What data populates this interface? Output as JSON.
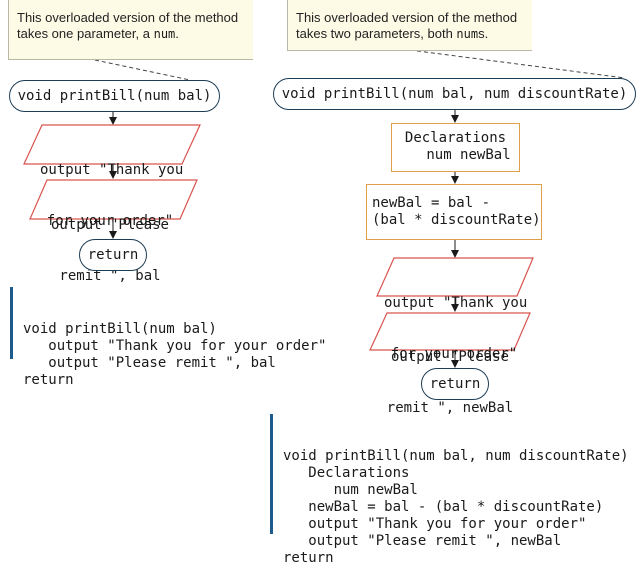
{
  "left": {
    "note": {
      "line1": "This overloaded version of the method",
      "line2_prefix": "takes one parameter, a ",
      "line2_code": "num",
      "line2_suffix": "."
    },
    "header": "void printBill(num bal)",
    "output1": {
      "line1": "output \"Thank you",
      "line2": "for your order\""
    },
    "output2": {
      "line1": "output \"Please",
      "line2": "remit \", bal"
    },
    "return_label": "return",
    "code": [
      "void printBill(num bal)",
      "   output \"Thank you for your order\"",
      "   output \"Please remit \", bal",
      "return"
    ]
  },
  "right": {
    "note": {
      "line1": "This overloaded version of the method",
      "line2_prefix": "takes two parameters, both ",
      "line2_code": "num",
      "line2_suffix": "s."
    },
    "header": "void printBill(num bal, num discountRate)",
    "declarations": {
      "line1": "Declarations",
      "line2": "num newBal"
    },
    "assign": {
      "line1": "newBal = bal -",
      "line2": "(bal * discountRate)"
    },
    "output1": {
      "line1": "output \"Thank you",
      "line2": "for your order\""
    },
    "output2": {
      "line1": "output \"Please",
      "line2": "remit \", newBal"
    },
    "return_label": "return",
    "code": [
      "void printBill(num bal, num discountRate)",
      "   Declarations",
      "      num newBal",
      "   newBal = bal - (bal * discountRate)",
      "   output \"Thank you for your order\"",
      "   output \"Please remit \", newBal",
      "return"
    ]
  },
  "colors": {
    "note_bg": "#fdfbe6",
    "shape_stroke": "#1d3d55",
    "parallelogram_stroke": "#d9534f",
    "process_stroke": "#e0a04a",
    "code_bar": "#1d5b8c"
  }
}
